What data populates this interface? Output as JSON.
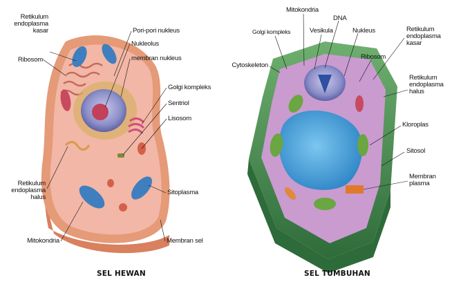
{
  "animal": {
    "caption": "SEL HEWAN",
    "labels": {
      "rer": "Retikulum\nendoplasma\nkasar",
      "ribosom": "Ribosom",
      "pori": "Pori-pori nukleus",
      "nukleolus": "Nukleolus",
      "membran_nukleus": "membran nukleus",
      "golgi": "Golgi kompleks",
      "sentriol": "Sentriol",
      "lisosom": "Lisosom",
      "ser": "Retikulum\nendoplasma\nhalus",
      "sitoplasma": "Sitoplasma",
      "mitokondria": "Mitokondria",
      "membran_sel": "Membran sel"
    }
  },
  "plant": {
    "caption": "SEL TUMBUHAN",
    "labels": {
      "mitokondria": "Mitokondria",
      "dna": "DNA",
      "golgi": "Golgi kompleks",
      "vesikula": "Vesikula",
      "nukleus": "Nukleus",
      "rer": "Retikulum\nendoplasma\nkasar",
      "cytoskeleton": "Cytoskeleton",
      "ribosom": "Ribosom",
      "ser": "Retikulum\nendoplasma\nhalus",
      "kloroplas": "Kloroplas",
      "sitosol": "Sitosol",
      "membran_plasma": "Membran\nplasma"
    }
  },
  "colors": {
    "animal_membrane": "#e59a78",
    "animal_cytoplasm": "#f2b7a6",
    "mitochondria": "#3f7fbf",
    "nucleus": "#8c8fc8",
    "plant_wall": "#4c8f55",
    "plant_cytoplasm": "#c99bcf",
    "vacuole": "#4fa8de",
    "chloroplast": "#6aa641"
  }
}
